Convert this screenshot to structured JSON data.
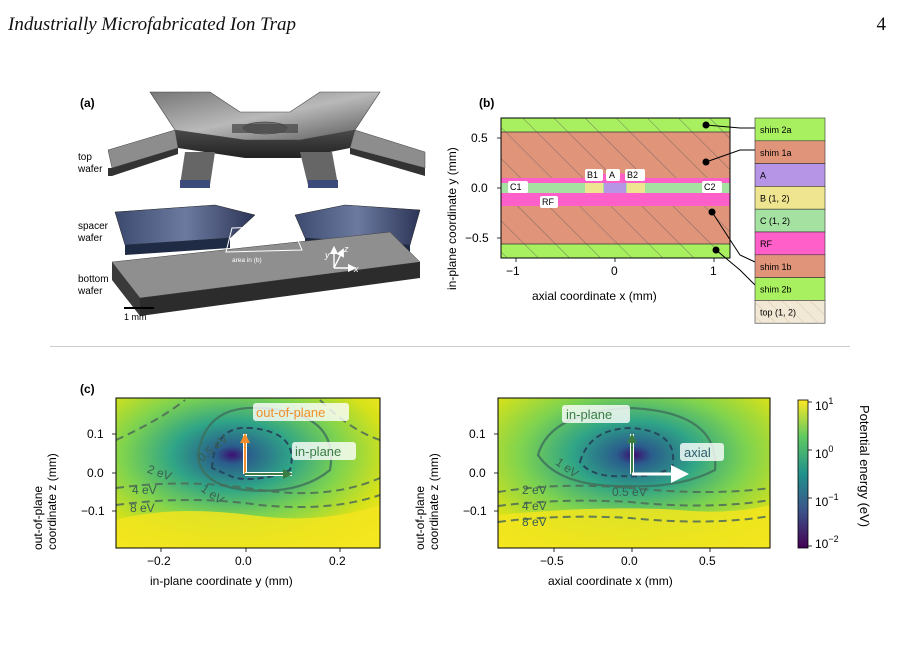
{
  "header": {
    "title": "Industrially Microfabricated Ion Trap",
    "page": "4"
  },
  "panel_a": {
    "tag": "(a)",
    "labels": {
      "top": "top\nwafer",
      "spacer": "spacer\nwafer",
      "bottom": "bottom\nwafer"
    },
    "area_label": "area in (b)",
    "scale": "1 mm",
    "axes": {
      "x": "x",
      "y": "y",
      "z": "z"
    }
  },
  "panel_b": {
    "tag": "(b)",
    "xlabel": "axial coordinate x (mm)",
    "ylabel": "in-plane coordinate y (mm)",
    "xticks": [
      "−1",
      "0",
      "1"
    ],
    "yticks": [
      "0.5",
      "0.0",
      "−0.5"
    ],
    "electrode_tags": [
      "C1",
      "B1",
      "A",
      "B2",
      "C2",
      "RF"
    ],
    "legend": [
      {
        "label": "shim 2a",
        "color": "#a8f060"
      },
      {
        "label": "shim 1a",
        "color": "#e0957b"
      },
      {
        "label": "A",
        "color": "#b695e6"
      },
      {
        "label": "B (1, 2)",
        "color": "#efe590"
      },
      {
        "label": "C (1, 2)",
        "color": "#a5e2a2"
      },
      {
        "label": "RF",
        "color": "#ff5fc8"
      },
      {
        "label": "shim 1b",
        "color": "#e0957b"
      },
      {
        "label": "shim 2b",
        "color": "#a8f060"
      },
      {
        "label": "top (1, 2)",
        "color": "#f2e8d6"
      }
    ]
  },
  "panel_c": {
    "tag": "(c)",
    "left": {
      "xlabel": "in-plane coordinate y (mm)",
      "ylabel": "out-of-plane\ncoordinate z (mm)",
      "xticks": [
        "−0.2",
        "0.0",
        "0.2"
      ],
      "yticks": [
        "0.1",
        "0.0",
        "−0.1"
      ],
      "arrow_up": "out-of-plane",
      "arrow_right": "in-plane",
      "contours": [
        "0.5 eV",
        "1 eV",
        "2 eV",
        "4 eV",
        "8 eV"
      ]
    },
    "right": {
      "xlabel": "axial coordinate x (mm)",
      "ylabel": "out-of-plane\ncoordinate z (mm)",
      "xticks": [
        "−0.5",
        "0.0",
        "0.5"
      ],
      "yticks": [
        "0.1",
        "0.0",
        "−0.1"
      ],
      "arrow_up": "in-plane",
      "arrow_right": "axial",
      "contours": [
        "1 eV",
        "0.5 eV",
        "2 eV",
        "4 eV",
        "8 eV"
      ]
    },
    "colorbar": {
      "label": "Potential energy (eV)",
      "ticks": [
        "10",
        "10",
        "10",
        "10"
      ],
      "exps": [
        "1",
        "0",
        "−1",
        "−2"
      ]
    }
  }
}
